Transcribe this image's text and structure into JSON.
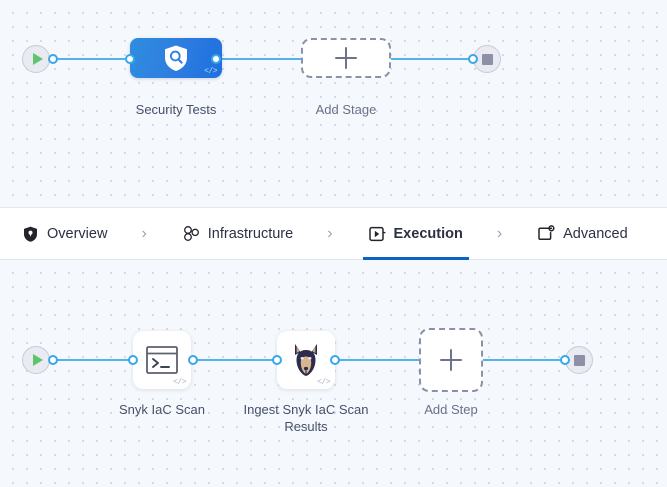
{
  "theme": {
    "canvas_bg": "#f5f8fc",
    "grid_dot": "#ccd7e4",
    "wire": "#51b3ea",
    "connector_ring": "#3aa7e8",
    "stage_gradient_from": "#2f8de0",
    "stage_gradient_to": "#1f6fe0",
    "active_tab_underline": "#0b63c5",
    "play_green": "#5fc46b",
    "stop_gray": "#8d90a6",
    "dashed_border": "#8c90a8",
    "snyk_navy": "#2e2c4e",
    "snyk_tan": "#d7b68f"
  },
  "stages_pane": {
    "start_node": {
      "icon": "play-icon",
      "label": ""
    },
    "end_node": {
      "icon": "stop-icon",
      "label": ""
    },
    "stage": {
      "label": "Security Tests",
      "icon": "shield-search-icon",
      "badge": "</>"
    },
    "add_stage": {
      "label": "Add Stage",
      "icon": "plus-icon"
    }
  },
  "tabs": {
    "items": [
      {
        "label": "Overview",
        "icon": "shield-icon",
        "active": false
      },
      {
        "label": "Infrastructure",
        "icon": "node-graph-icon",
        "active": false
      },
      {
        "label": "Execution",
        "icon": "play-square-icon",
        "active": true
      },
      {
        "label": "Advanced",
        "icon": "card-gear-icon",
        "active": false
      }
    ],
    "separator": "›"
  },
  "steps_pane": {
    "start_node": {
      "icon": "play-icon",
      "label": ""
    },
    "end_node": {
      "icon": "stop-icon",
      "label": ""
    },
    "steps": [
      {
        "label": "Snyk IaC Scan",
        "icon": "terminal-icon",
        "badge": "</>"
      },
      {
        "label": "Ingest Snyk IaC Scan Results",
        "icon": "snyk-dog-icon",
        "badge": "</>"
      }
    ],
    "add_step": {
      "label": "Add Step",
      "icon": "plus-icon"
    }
  }
}
